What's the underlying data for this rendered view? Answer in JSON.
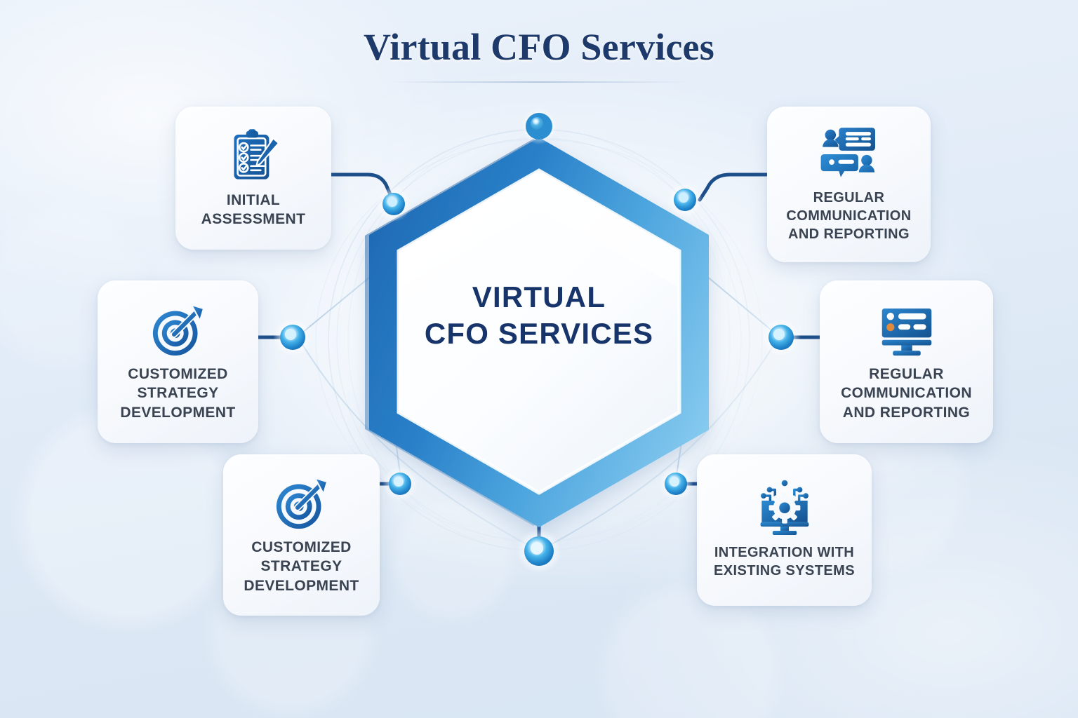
{
  "page": {
    "title": "Virtual CFO Services",
    "background_color": "#dfe9f6",
    "title_color": "#1d3a6b"
  },
  "center": {
    "name": "virtual-cfo-services-hub",
    "line1": "VIRTUAL",
    "line2": "CFO SERVICES",
    "text_color": "#17356b",
    "border_gradient_from": "#1f6bb5",
    "border_gradient_to": "#79c2ec"
  },
  "cards": [
    {
      "id": "initial-assessment",
      "icon": "clipboard-checklist-icon",
      "label": "INITIAL\nASSESSMENT",
      "position": "top-left"
    },
    {
      "id": "regular-comm-top",
      "icon": "chat-bubbles-people-icon",
      "label": "REGULAR\nCOMMUNICATION\nAND REPORTING",
      "position": "top-right"
    },
    {
      "id": "customized-strategy-left",
      "icon": "target-arrow-icon",
      "label": "CUSTOMIZED\nSTRATEGY\nDEVELOPMENT",
      "position": "middle-left"
    },
    {
      "id": "regular-comm-right",
      "icon": "monitor-dashboard-icon",
      "label": "REGULAR\nCOMMUNICATION\nAND REPORTING",
      "position": "middle-right"
    },
    {
      "id": "customized-strategy-bottom",
      "icon": "target-arrow-icon",
      "label": "CUSTOMIZED\nSTRATEGY\nDEVELOPMENT",
      "position": "bottom-left"
    },
    {
      "id": "integration",
      "icon": "monitor-gear-circuit-icon",
      "label": "INTEGRATION WITH\nEXISTING SYSTEMS",
      "position": "bottom-right"
    }
  ],
  "nodes": {
    "accent_color": "#1f8fd6",
    "glow_color": "#bfeaff",
    "count": 7
  },
  "colors": {
    "icon_blue_dark": "#15539c",
    "icon_blue": "#1f72bf",
    "icon_blue_light": "#3a92d8",
    "icon_accent_orange": "#e08a3c",
    "label_text": "#3a4351",
    "connector_line": "#1c4e8a"
  }
}
